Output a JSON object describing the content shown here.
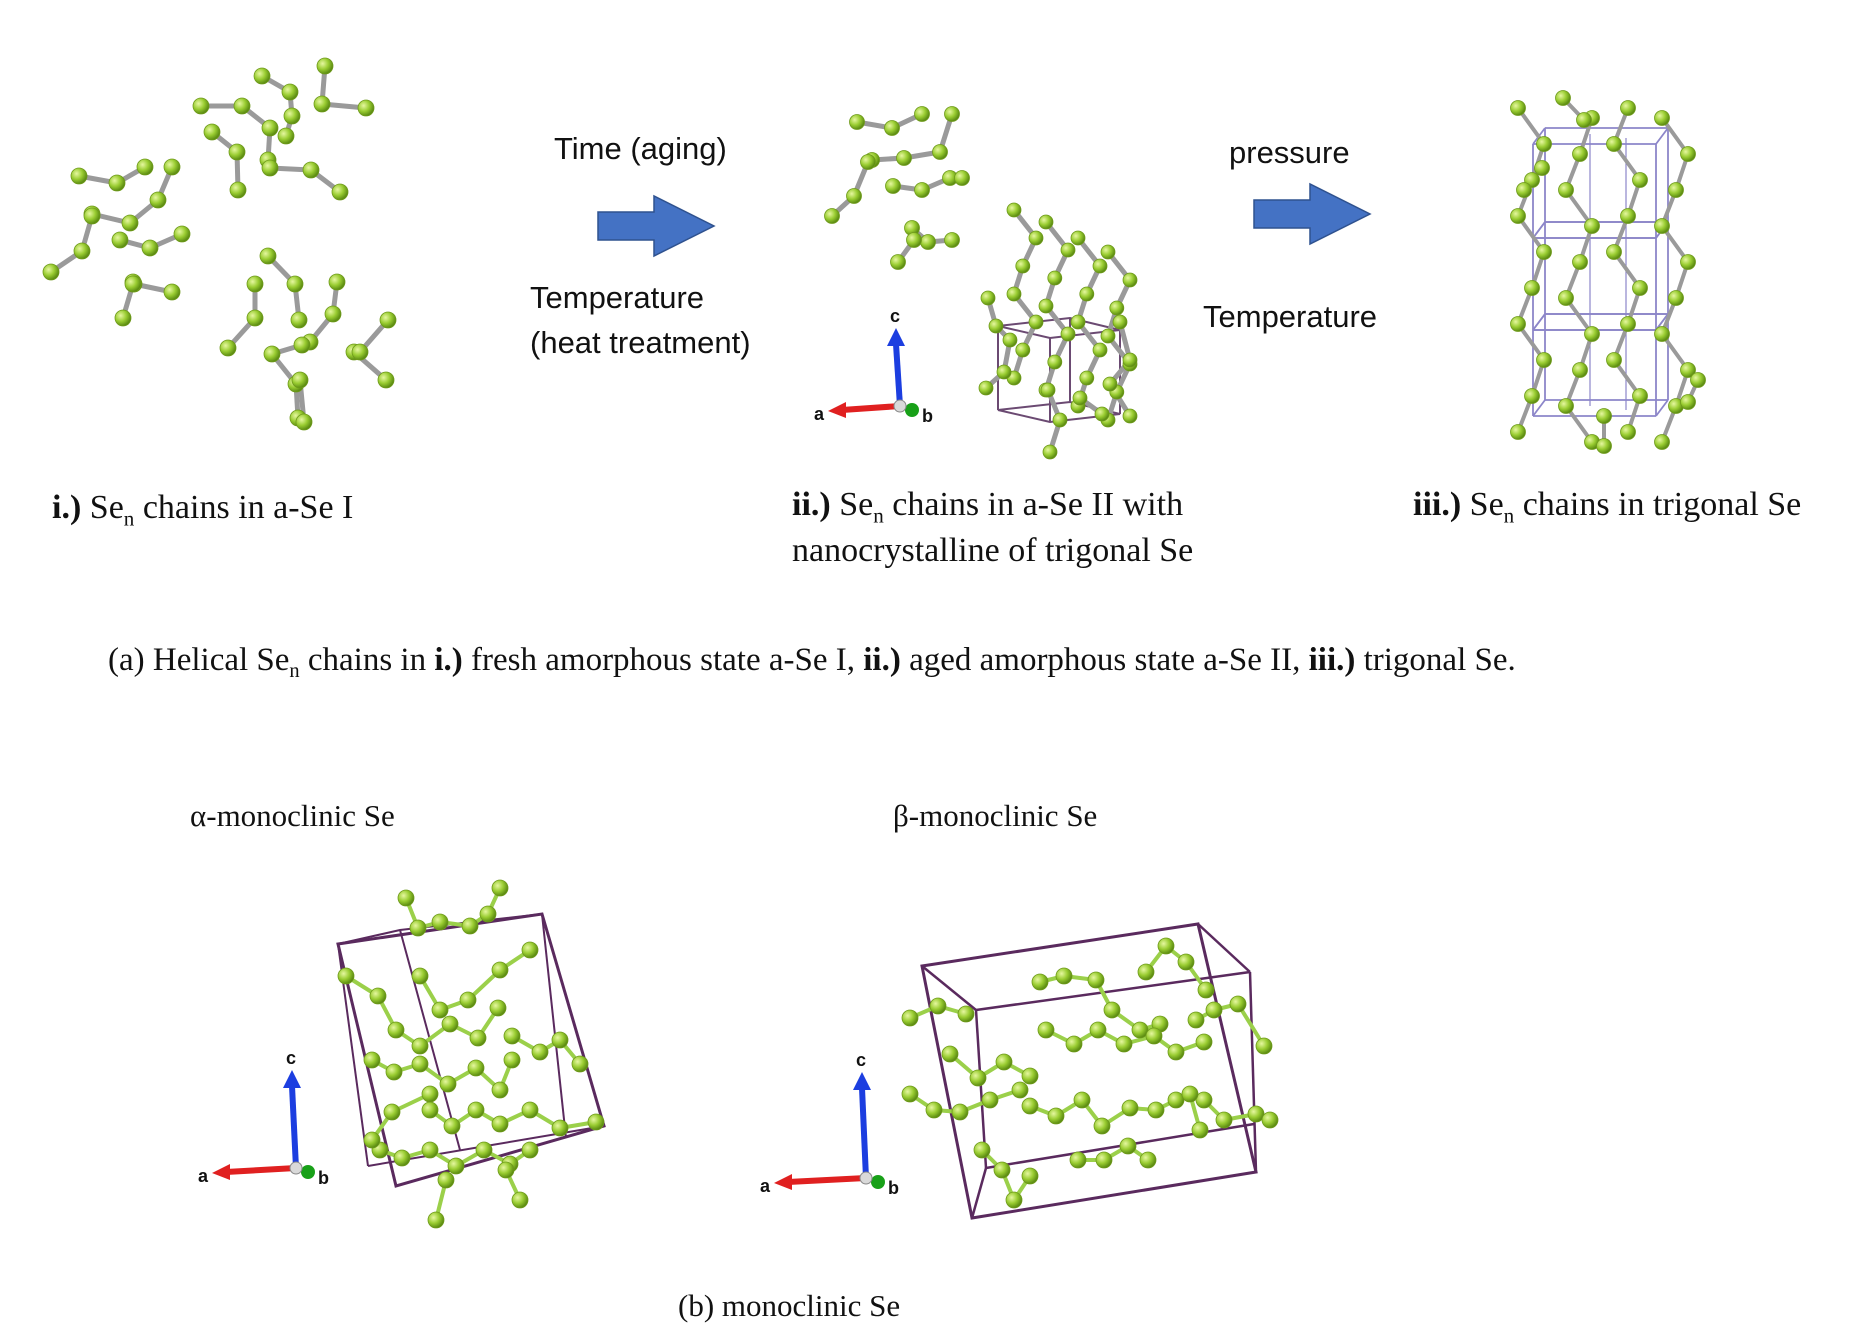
{
  "panel_a": {
    "arrow1": {
      "top_label": "Time (aging)",
      "bottom_line1": "Temperature",
      "bottom_line2": "(heat treatment)"
    },
    "arrow2": {
      "top_label": "pressure",
      "bottom_label": "Temperature"
    },
    "label_i": {
      "num": "i.)",
      "pre": "Se",
      "sub": "n",
      "post": " chains in a-Se I"
    },
    "label_ii": {
      "num": "ii.)",
      "pre": "Se",
      "sub": "n",
      "post": " chains in a-Se II with",
      "line2": "nanocrystalline of trigonal Se"
    },
    "label_iii": {
      "num": "iii.)",
      "pre": "Se",
      "sub": "n",
      "post": " chains in trigonal Se"
    },
    "caption": {
      "lead": "(a) Helical Se",
      "sub": "n",
      "mid1": " chains in ",
      "b1": "i.)",
      "t1": " fresh amorphous state a-Se I,  ",
      "b2": "ii.)",
      "t2": " aged amorphous state a-Se II, ",
      "b3": "iii.)",
      "t3": " trigonal Se."
    }
  },
  "panel_b": {
    "alpha_title": "α-monoclinic Se",
    "beta_title": "β-monoclinic Se",
    "caption": "(b) monoclinic Se"
  },
  "axes_labels": {
    "a": "a",
    "b": "b",
    "c": "c"
  },
  "colors": {
    "atom": "#9ACD32",
    "bond": "#9a9a9a",
    "cell_ii": "#6b4a72",
    "cell_trigonal": "#8c86c9",
    "cell_monoclinic": "#5a2a5e",
    "process_arrow": "#4472C4",
    "axis_a": "#e02020",
    "axis_b": "#18a018",
    "axis_c": "#1c3ee0"
  },
  "icons": [
    "process-arrow-icon",
    "axis-triad-icon"
  ]
}
